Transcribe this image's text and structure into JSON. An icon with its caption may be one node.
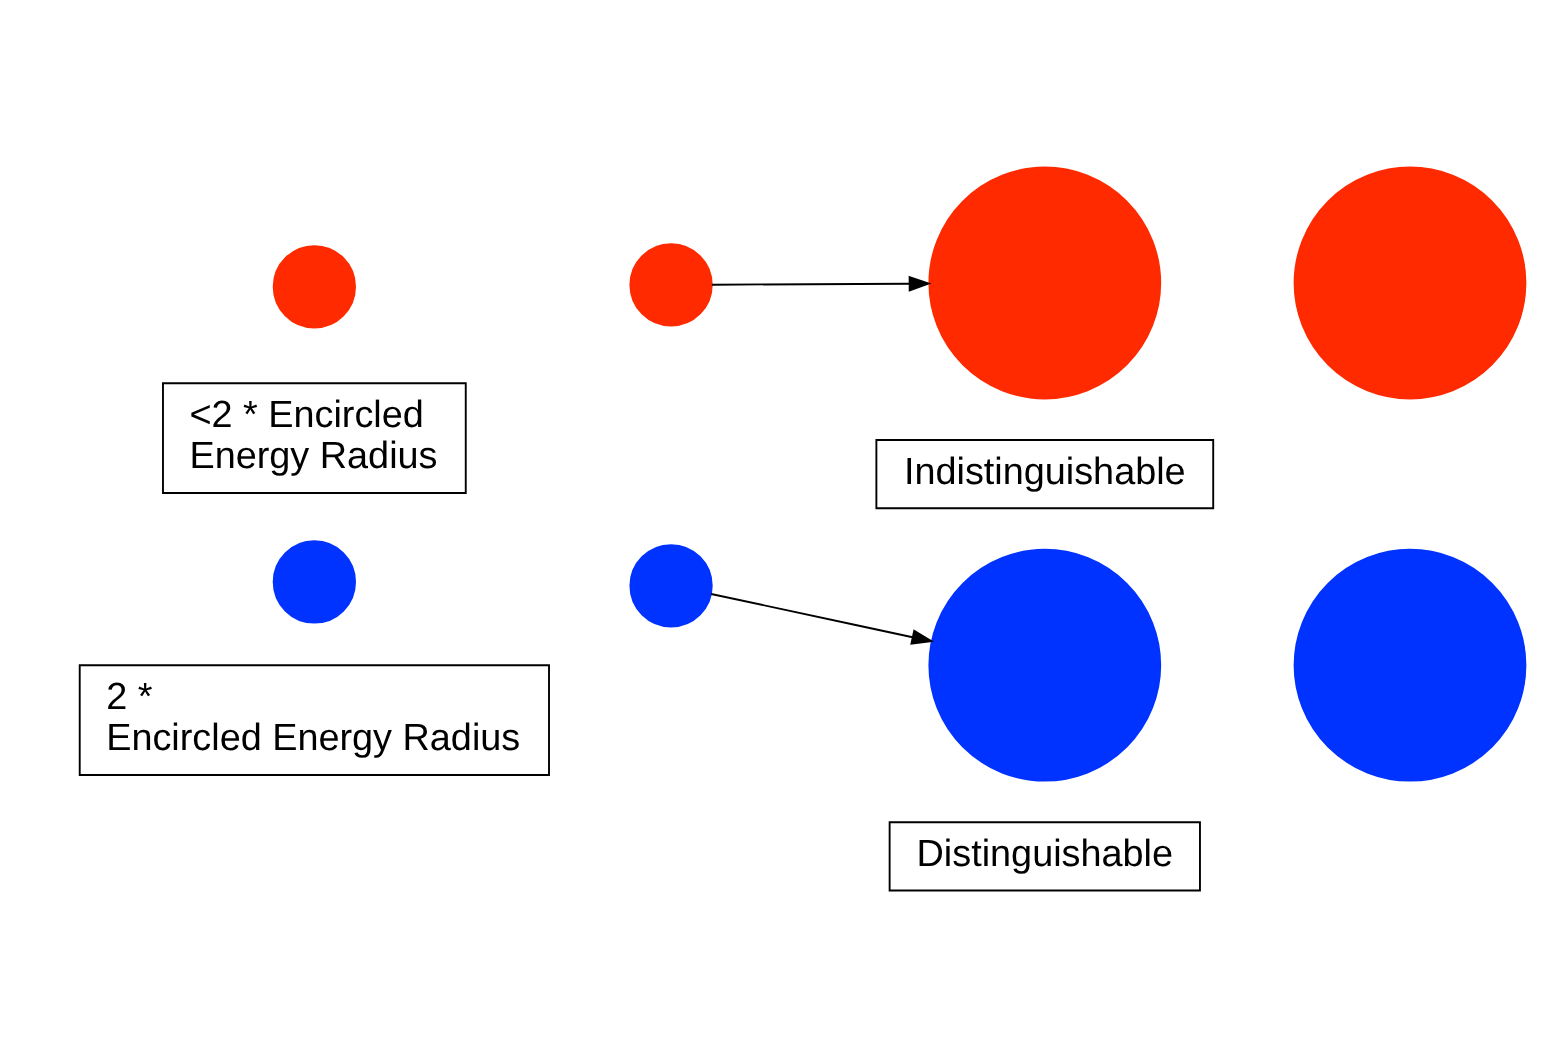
{
  "diagram": {
    "nodes": [
      {
        "text": [],
        "shape": "circle"
      },
      {
        "text": [],
        "shape": "circle"
      },
      {
        "text": [],
        "shape": "circle"
      },
      {
        "text": [],
        "shape": "circle"
      },
      {
        "text": [
          "<2 * Encircled Energy Radius"
        ]
      },
      {
        "text": [
          "Indistinguishable"
        ]
      },
      {
        "text": [],
        "shape": "circle"
      },
      {
        "text": [],
        "shape": "circle"
      },
      {
        "text": [],
        "shape": "circle"
      },
      {
        "text": [],
        "shape": "circle"
      },
      {
        "text": [
          "2 * Encircled Energy Radius"
        ]
      },
      {
        "text": [
          "Distinguishable"
        ]
      }
    ],
    "edges": [
      {
        "from": 1,
        "to": 2,
        "arrow": "to"
      },
      {
        "from": 7,
        "to": 8,
        "arrow": "to"
      }
    ]
  }
}
